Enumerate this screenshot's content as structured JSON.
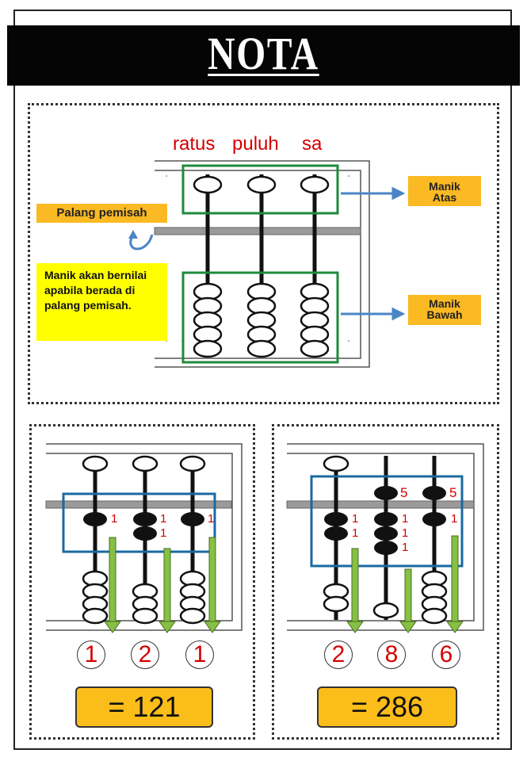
{
  "title": "NOTA",
  "diagram": {
    "place_values": [
      "ratus",
      "puluh",
      "sa"
    ],
    "label_upper": "Manik Atas",
    "label_lower": "Manik Bawah",
    "label_bar": "Palang pemisah",
    "note": "Manik akan bernilai apabila berada di palang pemisah."
  },
  "examples": [
    {
      "upper_bead_values": [
        "",
        "",
        ""
      ],
      "lower_bead_values": [
        "1",
        "1 1",
        "1"
      ],
      "digits": [
        "1",
        "2",
        "1"
      ],
      "total": "= 121"
    },
    {
      "upper_bead_values": [
        "",
        "5",
        "5"
      ],
      "lower_bead_values": [
        "1 1",
        "1 1 1",
        "1"
      ],
      "digits": [
        "2",
        "8",
        "6"
      ],
      "total": "= 286"
    }
  ],
  "colors": {
    "banner": "#050505",
    "place_value_text": "#d40000",
    "bead_value_text": "#d40000",
    "group_outline": "#1f8a3c",
    "count_outline": "#1a6aa0",
    "arrow_blue": "#4a86c5",
    "arrow_green": "#86c044",
    "label_box": "#fbb923",
    "note_box": "#ffff00",
    "total_box": "#fbbd1a"
  }
}
